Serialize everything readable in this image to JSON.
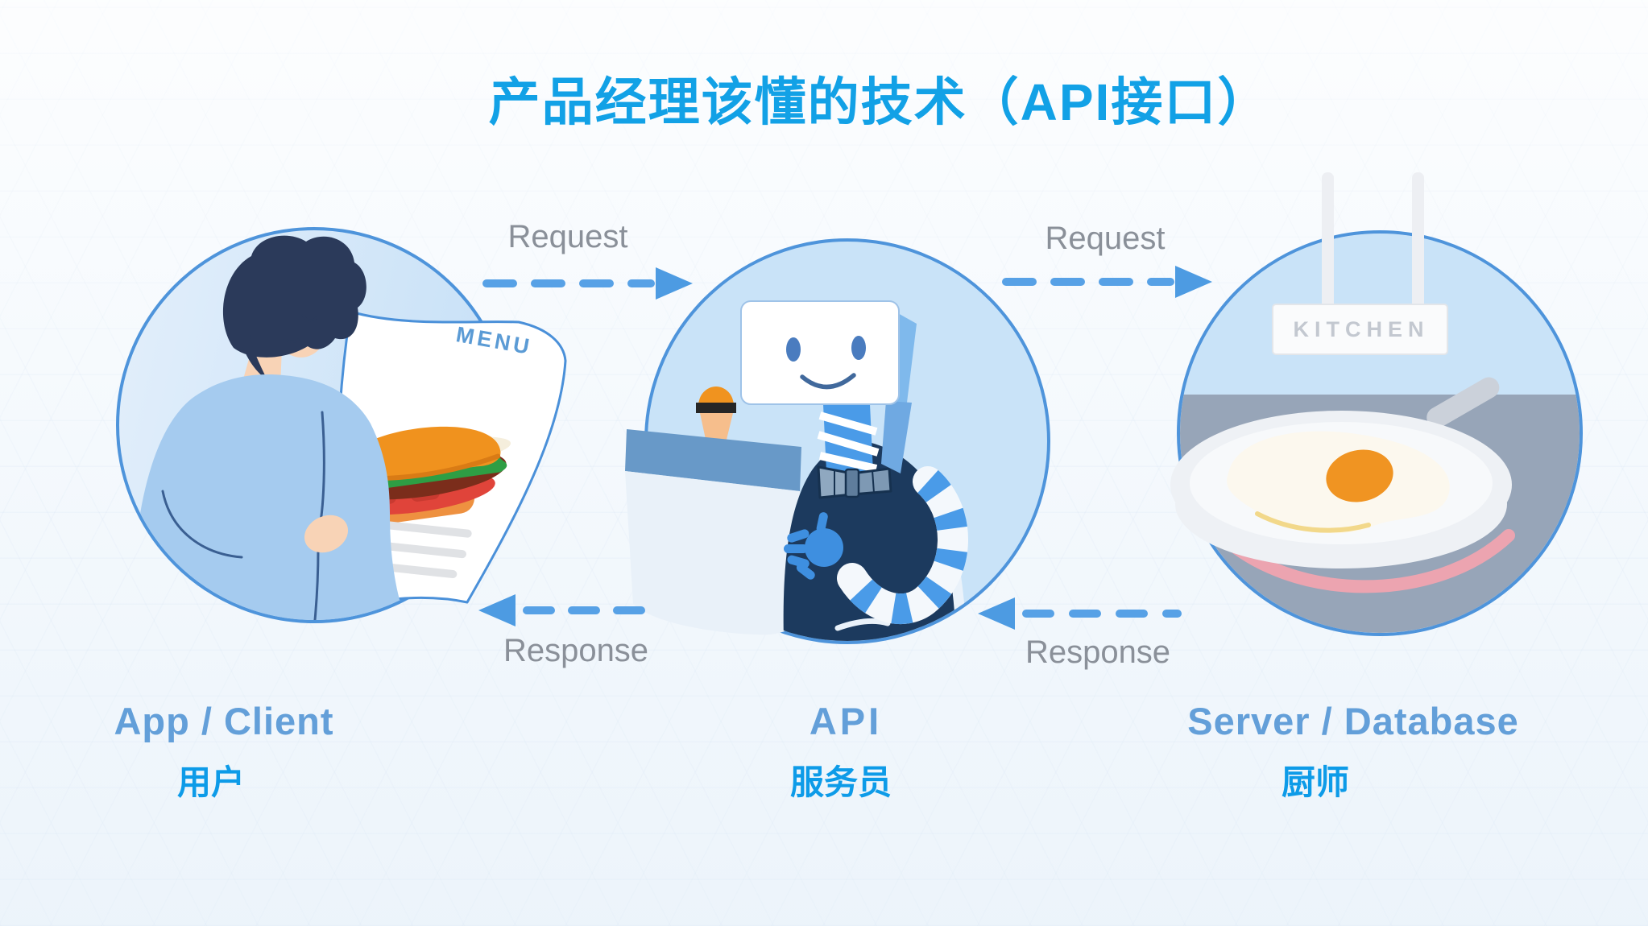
{
  "title": "产品经理该懂的技术（API接口）",
  "columns": [
    {
      "id": "client",
      "en_label": "App / Client",
      "zh_label": "用户",
      "illustration": "person-reading-menu"
    },
    {
      "id": "api",
      "en_label": "API",
      "zh_label": "服务员",
      "illustration": "robot-waiter-at-counter"
    },
    {
      "id": "server",
      "en_label": "Server / Database",
      "zh_label": "厨师",
      "illustration": "kitchen-frying-egg"
    }
  ],
  "flows": {
    "request_left": {
      "label": "Request",
      "direction": "right"
    },
    "request_right": {
      "label": "Request",
      "direction": "right"
    },
    "response_left": {
      "label": "Response",
      "direction": "left"
    },
    "response_right": {
      "label": "Response",
      "direction": "left"
    }
  },
  "illustrations": {
    "menu_title": "MENU",
    "kitchen_sign": "KITCHEN"
  },
  "colors": {
    "title_blue": "#12A1E6",
    "en_label_blue": "#639FD9",
    "zh_label_blue": "#0D9BE8",
    "flow_label_gray": "#8A9099",
    "arrow_blue": "#57A1E6",
    "circle_stroke": "#4E94DB",
    "circle_fill": "#C9E3F8",
    "kitchen_gray": "#97A5B8",
    "accent_orange": "#F0931F"
  }
}
